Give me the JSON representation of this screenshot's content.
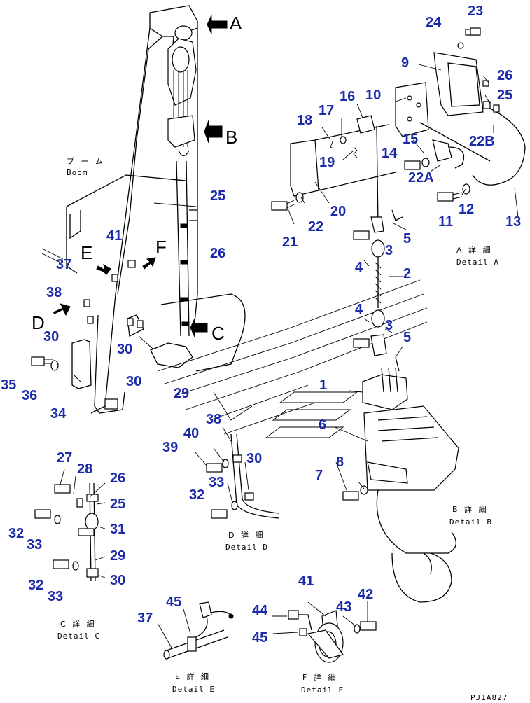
{
  "arrow_labels": {
    "A": "A",
    "B": "B",
    "C": "C",
    "D": "D",
    "E": "E",
    "F": "F"
  },
  "boom_label": {
    "jp": "ブ ー ム",
    "en": "Boom"
  },
  "detail_captions": {
    "A": {
      "jp": "A 詳 細",
      "en": "Detail A"
    },
    "B": {
      "jp": "B 詳 細",
      "en": "Detail B"
    },
    "C": {
      "jp": "C 詳 細",
      "en": "Detail C"
    },
    "D": {
      "jp": "D 詳 細",
      "en": "Detail D"
    },
    "E": {
      "jp": "E 詳 細",
      "en": "Detail E"
    },
    "F": {
      "jp": "F 詳 細",
      "en": "Detail F"
    }
  },
  "part_numbers": [
    {
      "label": "23"
    },
    {
      "label": "24"
    },
    {
      "label": "9"
    },
    {
      "label": "26"
    },
    {
      "label": "25"
    },
    {
      "label": "10"
    },
    {
      "label": "16"
    },
    {
      "label": "17"
    },
    {
      "label": "18"
    },
    {
      "label": "22B"
    },
    {
      "label": "15"
    },
    {
      "label": "19"
    },
    {
      "label": "14"
    },
    {
      "label": "22A"
    },
    {
      "label": "12"
    },
    {
      "label": "13"
    },
    {
      "label": "11"
    },
    {
      "label": "21"
    },
    {
      "label": "22"
    },
    {
      "label": "20"
    },
    {
      "label": "3"
    },
    {
      "label": "5"
    },
    {
      "label": "4"
    },
    {
      "label": "2"
    },
    {
      "label": "4"
    },
    {
      "label": "3"
    },
    {
      "label": "5"
    },
    {
      "label": "1"
    },
    {
      "label": "6"
    },
    {
      "label": "8"
    },
    {
      "label": "7"
    },
    {
      "label": "25"
    },
    {
      "label": "26"
    },
    {
      "label": "41"
    },
    {
      "label": "37"
    },
    {
      "label": "38"
    },
    {
      "label": "30"
    },
    {
      "label": "30"
    },
    {
      "label": "30"
    },
    {
      "label": "29"
    },
    {
      "label": "35"
    },
    {
      "label": "36"
    },
    {
      "label": "34"
    },
    {
      "label": "38"
    },
    {
      "label": "40"
    },
    {
      "label": "39"
    },
    {
      "label": "30"
    },
    {
      "label": "33"
    },
    {
      "label": "32"
    },
    {
      "label": "27"
    },
    {
      "label": "28"
    },
    {
      "label": "26"
    },
    {
      "label": "25"
    },
    {
      "label": "32"
    },
    {
      "label": "33"
    },
    {
      "label": "31"
    },
    {
      "label": "29"
    },
    {
      "label": "32"
    },
    {
      "label": "33"
    },
    {
      "label": "30"
    },
    {
      "label": "41"
    },
    {
      "label": "42"
    },
    {
      "label": "43"
    },
    {
      "label": "44"
    },
    {
      "label": "45"
    },
    {
      "label": "45"
    },
    {
      "label": "37"
    }
  ],
  "drawing_code": "PJ1A827"
}
